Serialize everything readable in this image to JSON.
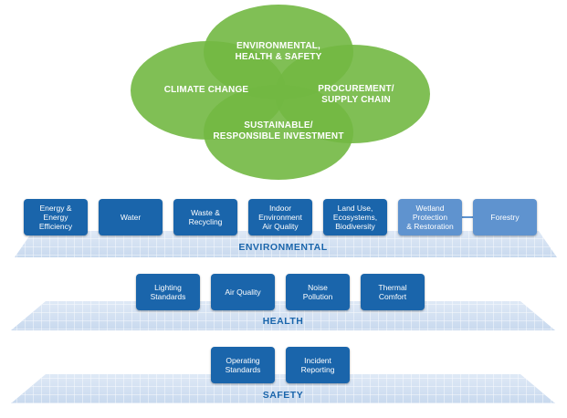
{
  "venn": {
    "top": [
      "ENVIRONMENTAL,",
      "HEALTH & SAFETY"
    ],
    "left": [
      "CLIMATE CHANGE"
    ],
    "right": [
      "PROCUREMENT/",
      "SUPPLY CHAIN"
    ],
    "bottom": [
      "SUSTAINABLE/",
      "RESPONSIBLE INVESTMENT"
    ]
  },
  "environmental": {
    "label": "ENVIRONMENTAL",
    "items": [
      [
        "Energy &",
        "Energy",
        "Efficiency"
      ],
      [
        "Water"
      ],
      [
        "Waste &",
        "Recycling"
      ],
      [
        "Indoor",
        "Environment",
        "Air Quality"
      ],
      [
        "Land Use,",
        "Ecosystems,",
        "Biodiversity"
      ],
      [
        "Wetland",
        "Protection",
        "& Restoration"
      ],
      [
        "Forestry"
      ]
    ]
  },
  "health": {
    "label": "HEALTH",
    "items": [
      [
        "Lighting",
        "Standards"
      ],
      [
        "Air Quality"
      ],
      [
        "Noise",
        "Pollution"
      ],
      [
        "Thermal",
        "Comfort"
      ]
    ]
  },
  "safety": {
    "label": "SAFETY",
    "items": [
      [
        "Operating",
        "Standards"
      ],
      [
        "Incident",
        "Reporting"
      ]
    ]
  },
  "colors": {
    "venn_green": "#72b843",
    "box_dark": "#1a65ab",
    "box_light": "#5f93cf"
  }
}
